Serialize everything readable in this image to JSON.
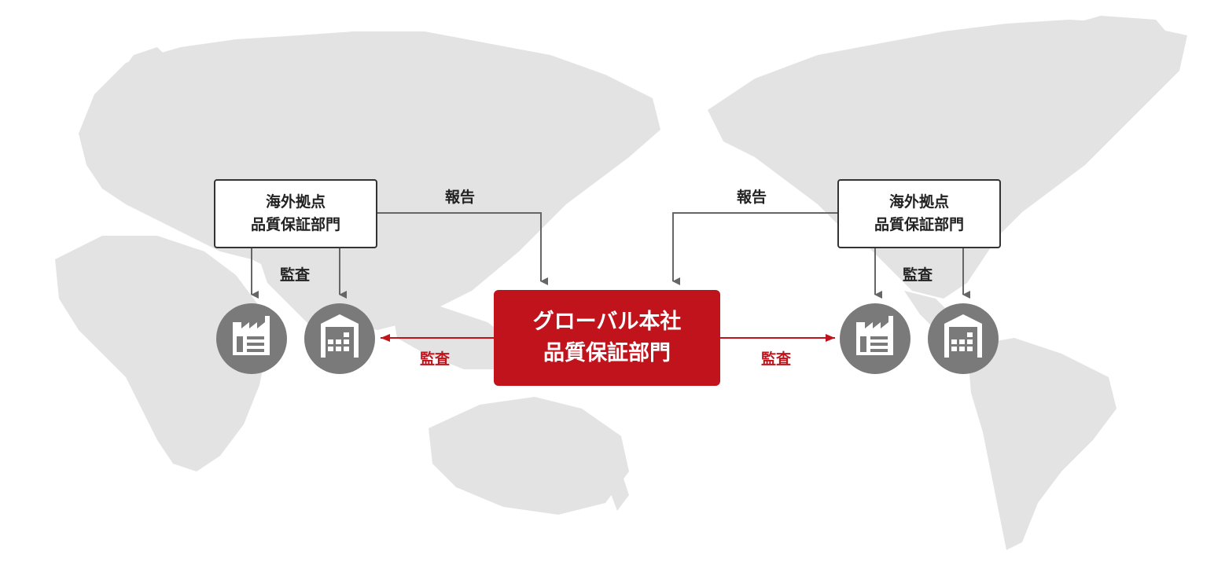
{
  "left_overseas": {
    "line1": "海外拠点",
    "line2": "品質保証部門"
  },
  "right_overseas": {
    "line1": "海外拠点",
    "line2": "品質保証部門"
  },
  "hq": {
    "line1": "グローバル本社",
    "line2": "品質保証部門"
  },
  "labels": {
    "report_left": "報告",
    "report_right": "報告",
    "audit_left_local": "監査",
    "audit_right_local": "監査",
    "audit_hq_left": "監査",
    "audit_hq_right": "監査"
  },
  "icons": {
    "left_factory": "factory-icon",
    "left_warehouse": "warehouse-icon",
    "right_factory": "factory-icon",
    "right_warehouse": "warehouse-icon"
  },
  "colors": {
    "accent_red": "#c0131c",
    "map_gray": "#e3e3e3",
    "icon_circle": "#7a7a7a",
    "line_gray": "#666666",
    "box_border": "#333333"
  }
}
